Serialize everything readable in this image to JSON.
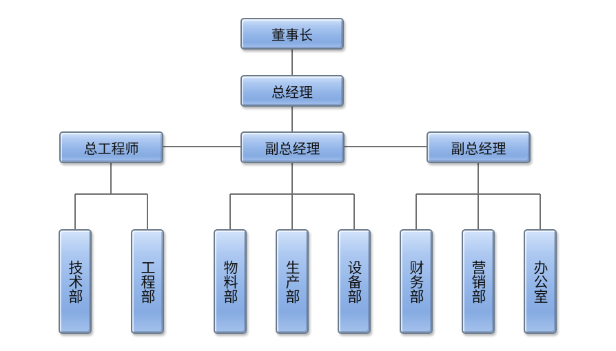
{
  "org_chart": {
    "chairman": "董事长",
    "general_manager": "总经理",
    "chief_engineer": "总工程师",
    "deputy_gm_center": "副总经理",
    "deputy_gm_right": "副总经理",
    "departments": {
      "technology": "技术部",
      "engineering": "工程部",
      "materials": "物料部",
      "production": "生产部",
      "equipment": "设备部",
      "finance": "财务部",
      "marketing": "营销部",
      "office": "办公室"
    }
  },
  "colors": {
    "node_fill": "#93b6e9",
    "node_border": "#6b7b8c",
    "connector": "#6e6e6e",
    "text": "#111111"
  }
}
